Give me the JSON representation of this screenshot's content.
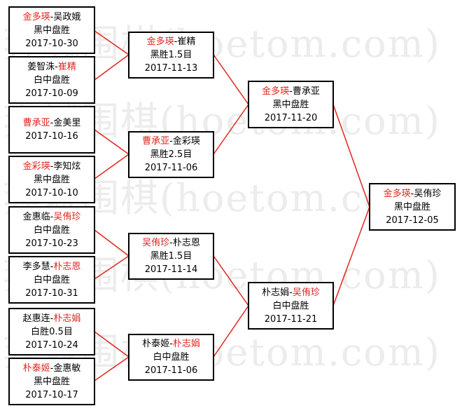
{
  "watermark": "弈城围棋(hoetom.com)",
  "colors": {
    "winner": "#e0261e",
    "lines": "#e0261e",
    "border": "#000000"
  },
  "round1": [
    {
      "a": "金多瑛",
      "sep": "-",
      "b": "吴政娥",
      "w": "a",
      "result": "黑中盘胜",
      "date": "2017-10-30"
    },
    {
      "a": "姜智洙",
      "sep": "-",
      "b": "崔精",
      "w": "b",
      "result": "白中盘胜",
      "date": "2017-10-09"
    },
    {
      "a": "曹承亚",
      "sep": "-",
      "b": "金美里",
      "w": "a",
      "result": "",
      "date": "2017-10-16"
    },
    {
      "a": "金彩瑛",
      "sep": "-",
      "b": "李知炫",
      "w": "a",
      "result": "黑中盘胜",
      "date": "2017-10-10"
    },
    {
      "a": "金惠临",
      "sep": "-",
      "b": "吴侑珍",
      "w": "b",
      "result": "白中盘胜",
      "date": "2017-10-23"
    },
    {
      "a": "李多慧",
      "sep": "-",
      "b": "朴志恩",
      "w": "b",
      "result": "白中盘胜",
      "date": "2017-10-31"
    },
    {
      "a": "赵惠连",
      "sep": "-",
      "b": "朴志娟",
      "w": "b",
      "result": "白胜0.5目",
      "date": "2017-10-24"
    },
    {
      "a": "朴泰姬",
      "sep": "-",
      "b": "金惠敏",
      "w": "a",
      "result": "黑中盘胜",
      "date": "2017-10-17"
    }
  ],
  "round2": [
    {
      "a": "金多瑛",
      "sep": "-",
      "b": "崔精",
      "w": "a",
      "result": "黑胜1.5目",
      "date": "2017-11-13"
    },
    {
      "a": "曹承亚",
      "sep": "-",
      "b": "金彩瑛",
      "w": "a",
      "result": "黑胜2.5目",
      "date": "2017-11-06"
    },
    {
      "a": "吴侑珍",
      "sep": "-",
      "b": "朴志恩",
      "w": "a",
      "result": "黑胜1.5目",
      "date": "2017-11-14"
    },
    {
      "a": "朴泰姬",
      "sep": "-",
      "b": "朴志娟",
      "w": "b",
      "result": "白中盘胜",
      "date": "2017-11-06"
    }
  ],
  "round3": [
    {
      "a": "金多瑛",
      "sep": "-",
      "b": "曹承亚",
      "w": "a",
      "result": "黑中盘胜",
      "date": "2017-11-20"
    },
    {
      "a": "朴志娟",
      "sep": "-",
      "b": "吴侑珍",
      "w": "b",
      "result": "白中盘胜",
      "date": "2017-11-21"
    }
  ],
  "final": [
    {
      "a": "金多瑛",
      "sep": "-",
      "b": "吴侑珍",
      "w": "a",
      "result": "黑中盘胜",
      "date": "2017-12-05"
    }
  ]
}
